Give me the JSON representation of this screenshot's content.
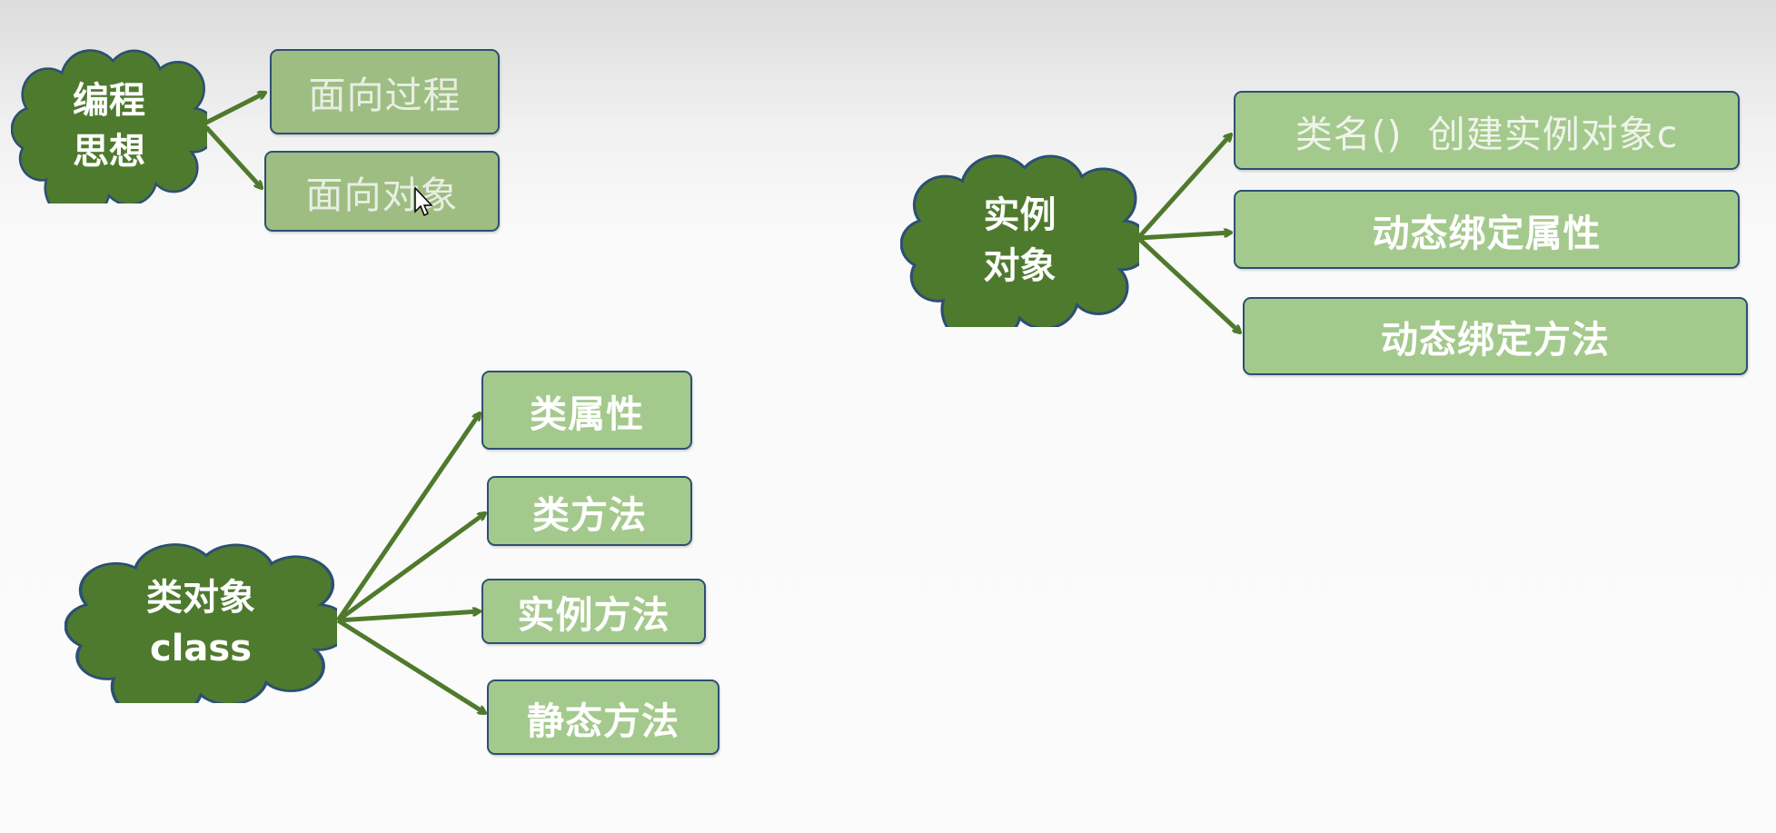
{
  "colors": {
    "box_fill": "#a4c98c",
    "box_border": "#2d4f73",
    "cloud_fill": "#4e7a2e",
    "arrow": "#4f7a2c"
  },
  "programming": {
    "cloud": {
      "line1": "编程",
      "line2": "思想"
    },
    "items": [
      "面向过程",
      "面向对象"
    ]
  },
  "instance": {
    "cloud": {
      "line1": "实例",
      "line2": "对象"
    },
    "items": [
      "类名()  创建实例对象c",
      "动态绑定属性",
      "动态绑定方法"
    ]
  },
  "class_obj": {
    "cloud": {
      "line1": "类对象",
      "line2": "class"
    },
    "items": [
      "类属性",
      "类方法",
      "实例方法",
      "静态方法"
    ]
  }
}
